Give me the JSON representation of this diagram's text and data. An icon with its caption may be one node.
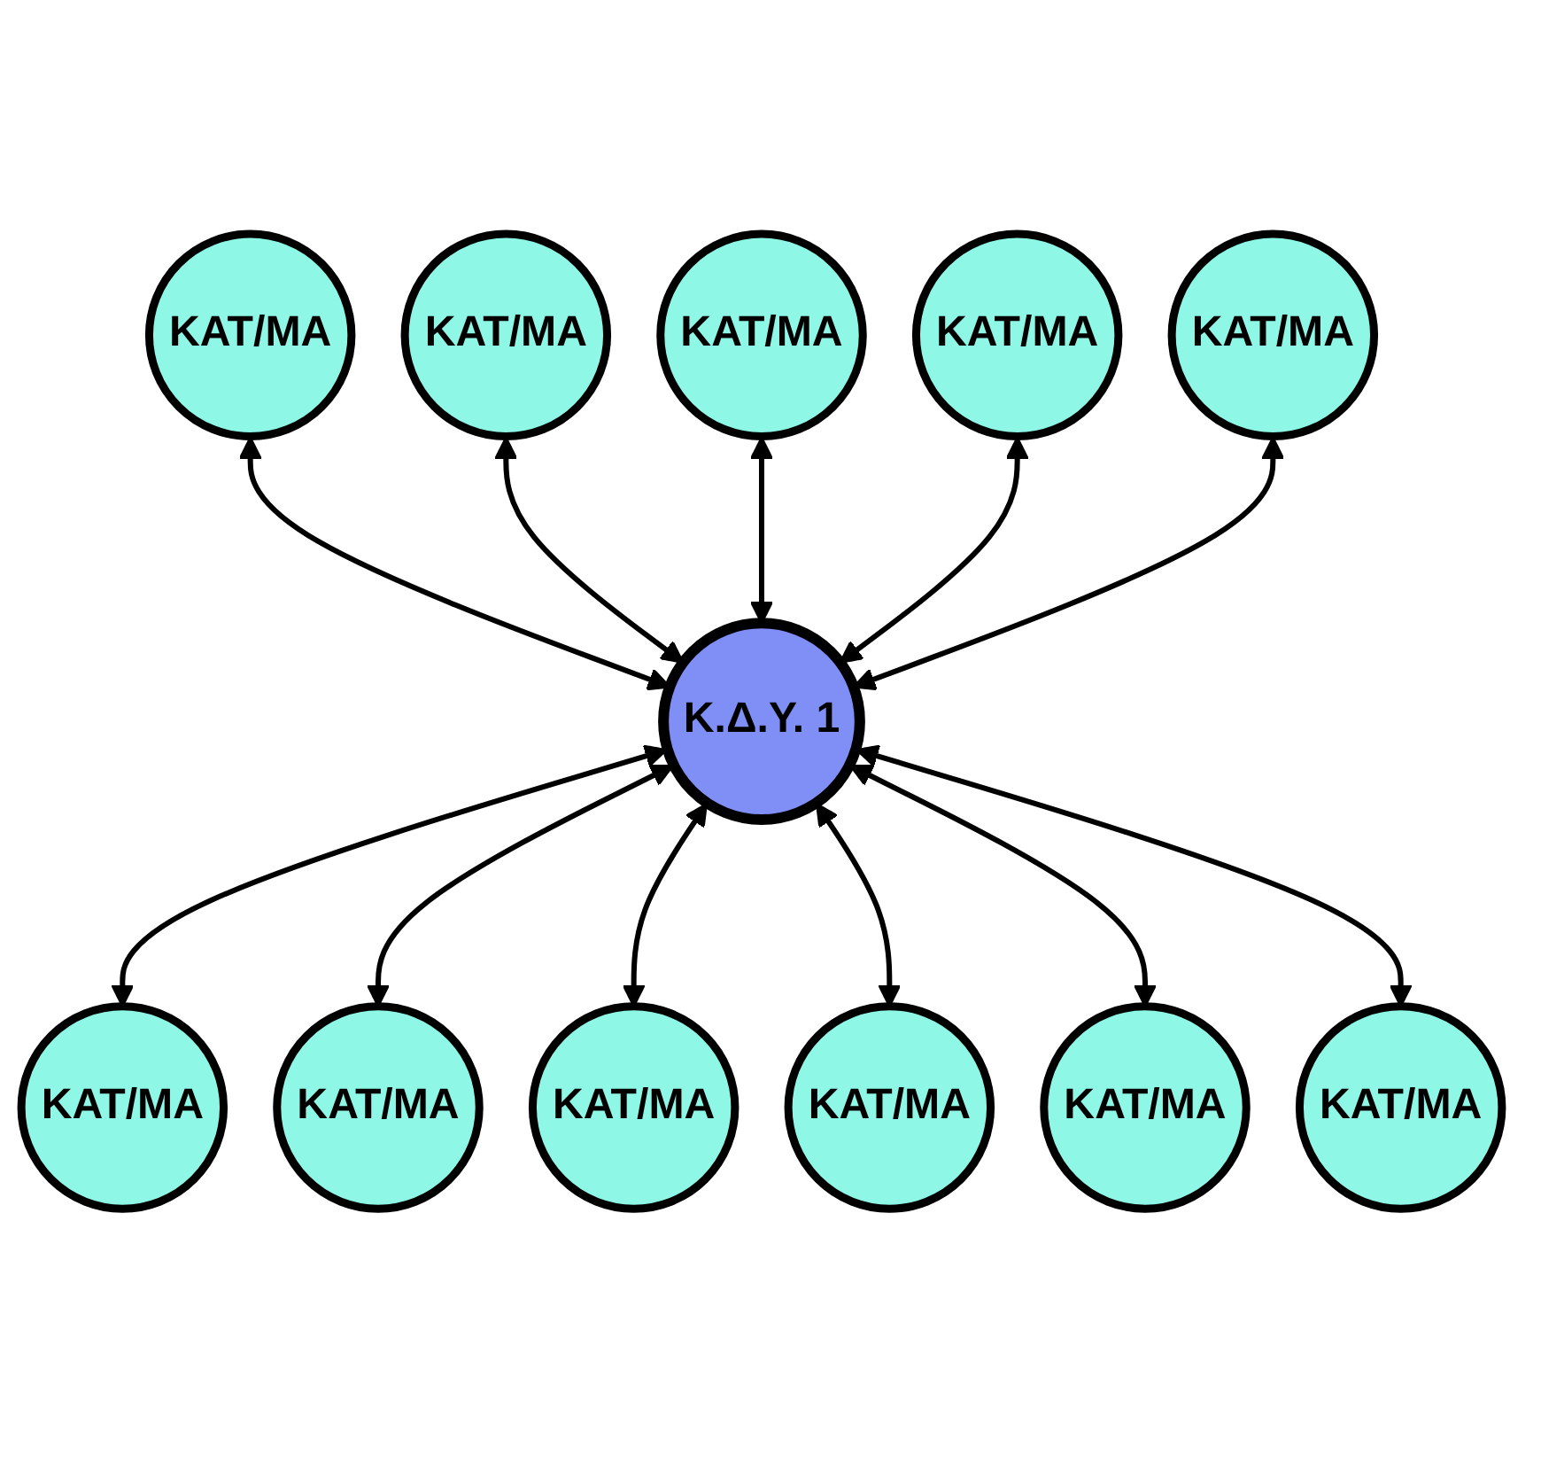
{
  "diagram": {
    "nodes": [
      {
        "text": [
          "ΚΑΤ/ΜΑ"
        ]
      },
      {
        "text": [
          "ΚΑΤ/ΜΑ"
        ]
      },
      {
        "text": [
          "ΚΑΤ/ΜΑ"
        ]
      },
      {
        "text": [
          "ΚΑΤ/ΜΑ"
        ]
      },
      {
        "text": [
          "ΚΑΤ/ΜΑ"
        ]
      },
      {
        "text": [
          "Κ.Δ.Υ. 1"
        ]
      },
      {
        "text": [
          "ΚΑΤ/ΜΑ"
        ]
      },
      {
        "text": [
          "ΚΑΤ/ΜΑ"
        ]
      },
      {
        "text": [
          "ΚΑΤ/ΜΑ"
        ]
      },
      {
        "text": [
          "ΚΑΤ/ΜΑ"
        ]
      },
      {
        "text": [
          "ΚΑΤ/ΜΑ"
        ]
      },
      {
        "text": [
          "ΚΑΤ/ΜΑ"
        ]
      }
    ],
    "edges": [
      {
        "from": 3,
        "to": 5,
        "arrow": "both"
      },
      {
        "from": 1,
        "to": 5,
        "arrow": "both"
      },
      {
        "from": 0,
        "to": 5,
        "arrow": "both"
      },
      {
        "from": 2,
        "to": 5,
        "arrow": "both"
      },
      {
        "from": 4,
        "to": 5,
        "arrow": "both"
      },
      {
        "from": 5,
        "to": 6,
        "arrow": "both"
      },
      {
        "from": 5,
        "to": 8,
        "arrow": "both"
      },
      {
        "from": 5,
        "to": 10,
        "arrow": "both"
      },
      {
        "from": 5,
        "to": 11,
        "arrow": "both"
      },
      {
        "from": 5,
        "to": 9,
        "arrow": "both"
      },
      {
        "from": 5,
        "to": 7,
        "arrow": "both"
      }
    ]
  }
}
